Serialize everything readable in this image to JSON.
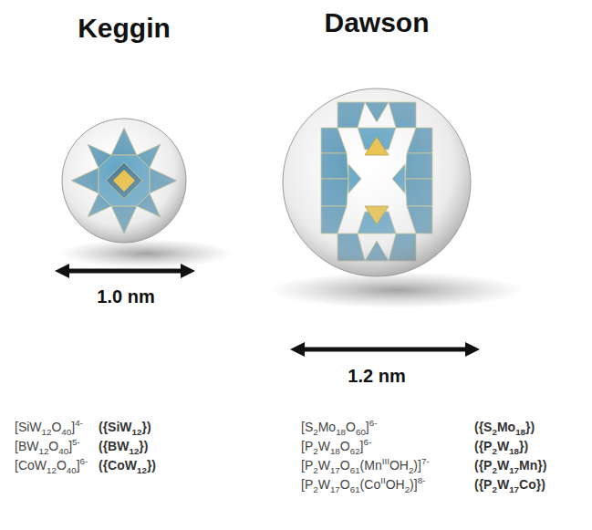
{
  "diagram": {
    "labels": [
      "Keggin",
      "Dawson",
      "1.0 nm",
      "1.2 nm",
      "[SiW12O40]4-",
      "({SiW12})",
      "[BW12O40]5-",
      "({BW12})",
      "[CoW12O40]6-",
      "({CoW12})",
      "[S2Mo18O60]6-",
      "({S2Mo18})",
      "[P2W18O62]6-",
      "({P2W18})",
      "[P2W17O61(MnIIIOH2)]7-",
      "({P2W17Mn})",
      "[P2W17O61(CoIIOH2)]8-",
      "({P2W17Co})"
    ]
  }
}
